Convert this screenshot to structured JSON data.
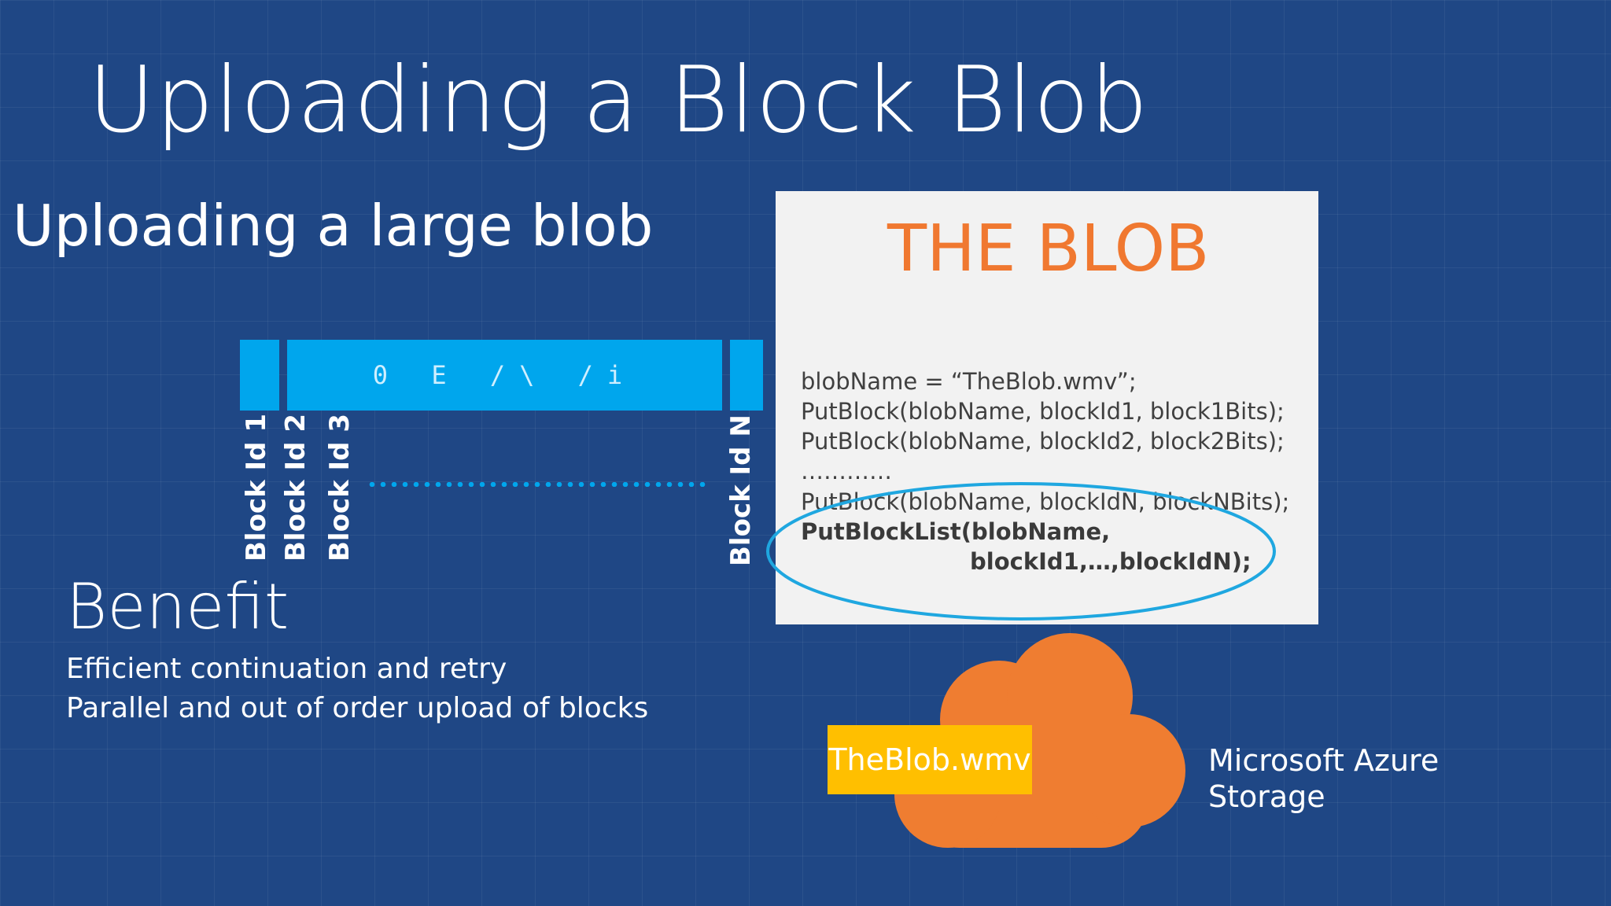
{
  "slide": {
    "title": "Uploading a Block Blob",
    "subtitle": "Uploading a large blob"
  },
  "diagram": {
    "bar_glyphs": "0 E /\\ /i",
    "block_labels": [
      "Block Id 1",
      "Block Id 2",
      "Block Id 3",
      "Block Id N"
    ]
  },
  "panel": {
    "heading": "THE BLOB",
    "code_lines": [
      "blobName = “TheBlob.wmv”;",
      "PutBlock(blobName, blockId1, block1Bits);",
      "PutBlock(blobName, blockId2, block2Bits);",
      "…………",
      "PutBlock(blobName, blockIdN, blockNBits);",
      "PutBlockList(blobName,",
      "blockId1,…,blockIdN);"
    ]
  },
  "benefit": {
    "title": "Benefit",
    "items": [
      "Efficient continuation and retry",
      "Parallel and out of order upload of blocks"
    ]
  },
  "storage": {
    "file_label": "TheBlob.wmv",
    "label_line1": "Microsoft Azure",
    "label_line2": "Storage"
  },
  "colors": {
    "background": "#1f4785",
    "block_blue": "#00a6ed",
    "blob_heading": "#f07830",
    "cloud_orange": "#ef7d31",
    "file_yellow": "#ffbf00",
    "highlight_ellipse": "#1fa7e0"
  }
}
